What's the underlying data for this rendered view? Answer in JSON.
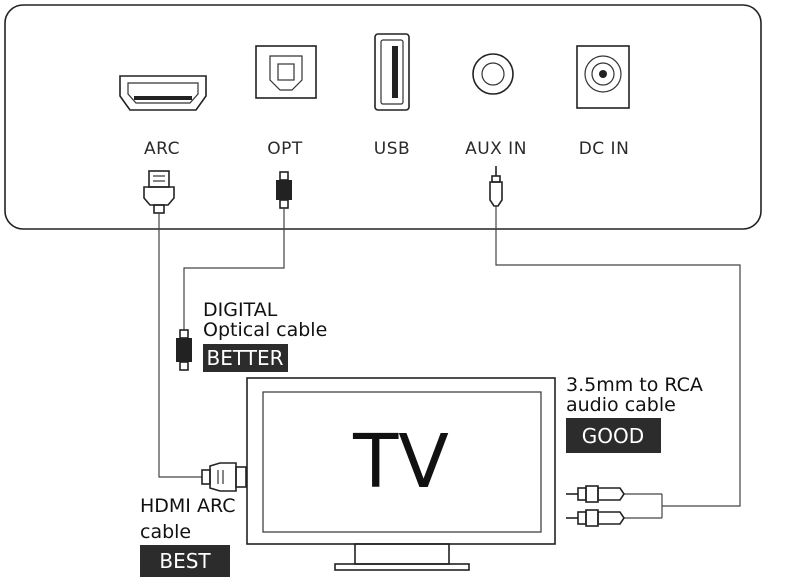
{
  "ports": {
    "arc": "ARC",
    "opt": "OPT",
    "usb": "USB",
    "aux_in": "AUX IN",
    "dc_in": "DC IN"
  },
  "cables": {
    "optical": {
      "line1": "DIGITAL",
      "line2": "Optical cable",
      "badge": "BETTER"
    },
    "rca": {
      "line1": "3.5mm to RCA",
      "line2": "audio cable",
      "badge": "GOOD"
    },
    "hdmi": {
      "line1": "HDMI ARC",
      "line2": "cable",
      "badge": "BEST"
    }
  },
  "tv": {
    "label": "TV"
  },
  "colors": {
    "line": "#222222",
    "badge_bg": "#2c2c2c",
    "badge_text": "#ffffff"
  }
}
